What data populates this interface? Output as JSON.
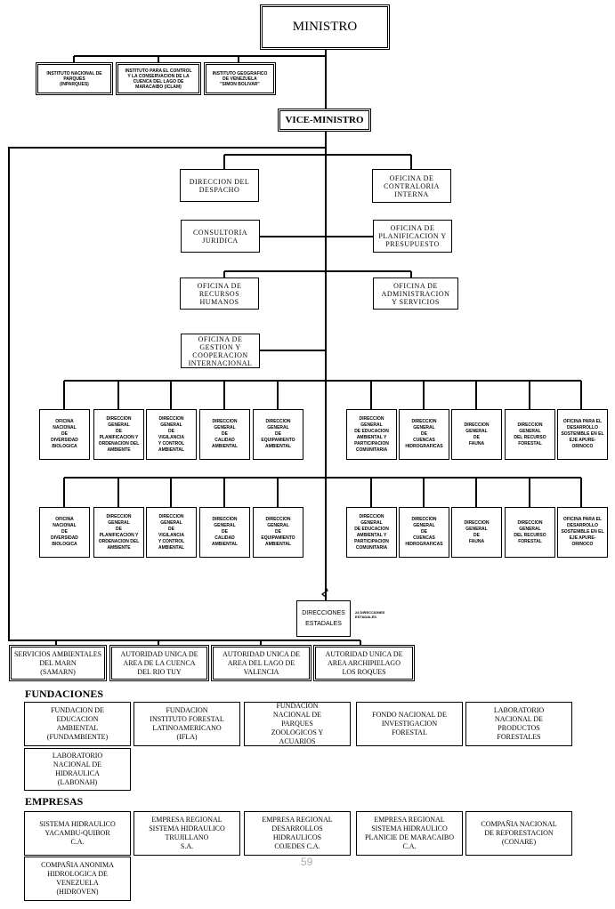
{
  "ministro": "MINISTRO",
  "vice_ministro": "VICE-MINISTRO",
  "institutos": [
    "INSTITUTO NACIONAL DE\nPARQUES\n(INPARQUES)",
    "INSTITUTO PARA EL CONTROL\nY LA CONSERVACION DE LA\nCUENCA DEL LAGO DE\nMARACAIBO (ICLAM)",
    "INSTITUTO GEOGRAFICO\nDE VENEZUELA\n\"SIMON BOLIVAR\""
  ],
  "oficinas": {
    "despacho": "DIRECCION DEL\nDESPACHO",
    "contraloria": "OFICINA DE\nCONTRALORIA\nINTERNA",
    "consultoria": "CONSULTORIA\nJURIDICA",
    "planificacion": "OFICINA DE\nPLANIFICACION Y\nPRESUPUESTO",
    "rrhh": "OFICINA DE\nRECURSOS\nHUMANOS",
    "administracion": "OFICINA DE\nADMINISTRACION\nY SERVICIOS",
    "cooperacion": "OFICINA DE\nGESTION Y\nCOOPERACION\nINTERNACIONAL"
  },
  "direcciones": [
    "OFICINA\nNACIONAL\nDE\nDIVERSIDAD\nBIOLOGICA",
    "DIRECCION\nGENERAL\nDE\nPLANIFICACION Y\nORDENACION DEL\nAMBIENTE",
    "DIRECCION\nGENERAL\nDE\nVIGILANCIA\nY CONTROL\nAMBIENTAL",
    "DIRECCION\nGENERAL\nDE\nCALIDAD\nAMBIENTAL",
    "DIRECCION\nGENERAL\nDE\nEQUIPAMIENTO\nAMBIENTAL",
    "DIRECCION\nGENERAL\nDE EDUCACION\nAMBIENTAL Y\nPARTICIPACION\nCOMUNITARIA",
    "DIRECCION\nGENERAL\nDE\nCUENCAS\nHIDROGRAFICAS",
    "DIRECCION\nGENERAL\nDE\nFAUNA",
    "DIRECCION\nGENERAL\nDEL RECURSO\nFORESTAL",
    "OFICINA PARA EL\nDESARROLLO\nSOSTENIBLE EN EL\nEJE APURE-\nORINOCO"
  ],
  "direcciones_estadales": "DIRECCIONES\nESTADALES",
  "direcciones_estadales_note": "24 DIRECCIONES\nESTADALES",
  "autoridades": [
    "SERVICIOS AMBIENTALES\nDEL MARN\n(SAMARN)",
    "AUTORIDAD UNICA DE\nAREA DE LA CUENCA\nDEL RIO TUY",
    "AUTORIDAD UNICA DE\nAREA DEL LAGO DE\nVALENCIA",
    "AUTORIDAD UNICA DE\nAREA ARCHIPIELAGO\nLOS ROQUES"
  ],
  "fundaciones_label": "FUNDACIONES",
  "fundaciones": [
    "FUNDACION DE\nEDUCACION\nAMBIENTAL\n(FUNDAMBIENTE)",
    "FUNDACION\nINSTITUTO FORESTAL\nLATINOAMERICANO\n(IFLA)",
    "FUNDACION\nNACIONAL DE\nPARQUES\nZOOLOGICOS Y\nACUARIOS",
    "FONDO NACIONAL DE\nINVESTIGACION\nFORESTAL",
    "LABORATORIO\nNACIONAL DE\nPRODUCTOS\nFORESTALES",
    "LABORATORIO\nNACIONAL DE\nHIDRAULICA\n(LABONAH)"
  ],
  "empresas_label": "EMPRESAS",
  "empresas": [
    "SISTEMA HIDRAULICO\nYACAMBU-QUIBOR\nC.A.",
    "EMPRESA REGIONAL\nSISTEMA HIDRAULICO\nTRUJILLANO\nS.A.",
    "EMPRESA REGIONAL\nDESARROLLOS\nHIDRAULICOS\nCOJEDES C.A.",
    "EMPRESA REGIONAL\nSISTEMA HIDRAULICO\nPLANICIE DE MARACAIBO\nC.A.",
    "COMPAÑIA NACIONAL\nDE REFORESTACION\n(CONARE)",
    "COMPAÑIA ANONIMA\nHIDROLOGICA DE\nVENEZUELA\n(HIDROVEN)"
  ],
  "page_number": "59"
}
